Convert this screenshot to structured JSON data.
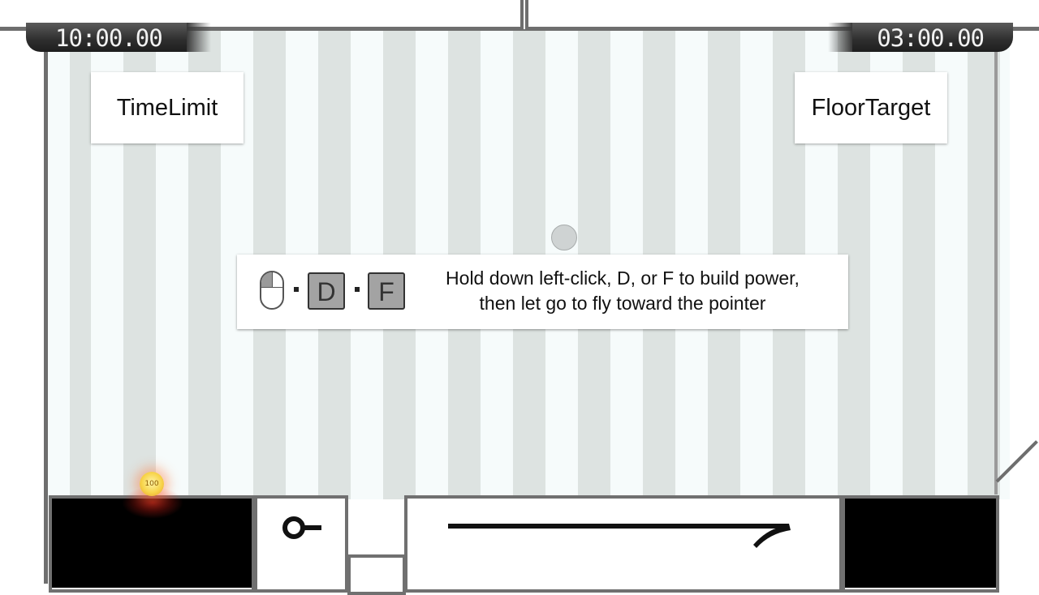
{
  "hud": {
    "time_limit_timer": "10:00.00",
    "floor_target_timer": "03:00.00"
  },
  "signs": {
    "time_limit": "TimeLimit",
    "floor_target": "FloorTarget"
  },
  "tutorial": {
    "key_d": "D",
    "key_f": "F",
    "line1": "Hold down left-click, D, or F to build power,",
    "line2": "then let go to fly toward the pointer"
  },
  "coin": {
    "value": "100"
  },
  "icons": [
    "mouse-icon",
    "key-icon",
    "lock-keyhole-icon"
  ],
  "colors": {
    "stripe_light": "#f6fbfb",
    "stripe_dark": "#dde3e1",
    "wall": "#6e6e6e",
    "timer_bg": "#2e2e2e",
    "pit": "#000000",
    "coin": "#f7d44a"
  }
}
